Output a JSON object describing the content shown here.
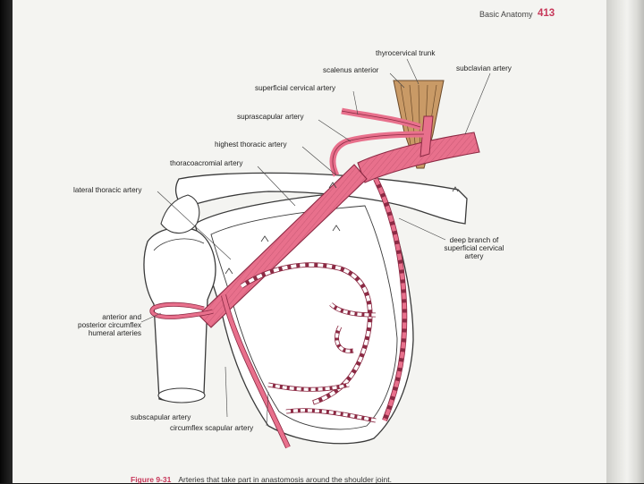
{
  "header": {
    "running_title": "Basic Anatomy",
    "page_number": "413"
  },
  "labels": {
    "thyrocervical_trunk": "thyrocervical trunk",
    "scalenus_anterior": "scalenus anterior",
    "subclavian_artery": "subclavian artery",
    "superficial_cervical_artery": "superficial cervical artery",
    "suprascapular_artery": "suprascapular artery",
    "highest_thoracic_artery": "highest thoracic artery",
    "thoracoacromial_artery": "thoracoacromial artery",
    "lateral_thoracic_artery": "lateral thoracic artery",
    "deep_branch_line1": "deep branch of",
    "deep_branch_line2": "superficial cervical",
    "deep_branch_line3": "artery",
    "circumflex_humeral_line1": "anterior and",
    "circumflex_humeral_line2": "posterior circumflex",
    "circumflex_humeral_line3": "humeral arteries",
    "subscapular_artery": "subscapular artery",
    "circumflex_scapular_artery": "circumflex scapular artery"
  },
  "caption": {
    "figure_number": "Figure 9-31",
    "text": "Arteries that take part in anastomosis around the shoulder joint."
  },
  "colors": {
    "artery": "#e8708c",
    "artery_stroke": "#8c2a44",
    "bone": "#ffffff",
    "outline": "#3a3a3a",
    "muscle": "#c99a66",
    "accent": "#c7385a"
  }
}
